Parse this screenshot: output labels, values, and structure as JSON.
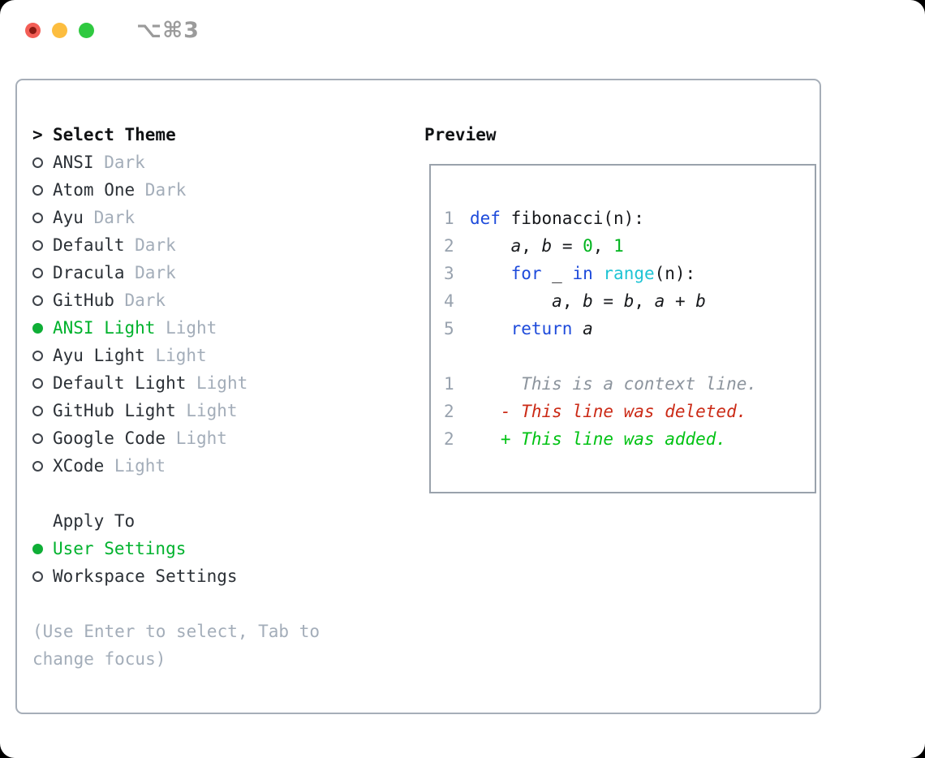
{
  "window": {
    "title": "⌥⌘3"
  },
  "theme_section": {
    "header_prefix": ">",
    "header": "Select Theme",
    "items": [
      {
        "name": "ANSI",
        "variant": "Dark",
        "selected": false
      },
      {
        "name": "Atom One",
        "variant": "Dark",
        "selected": false
      },
      {
        "name": "Ayu",
        "variant": "Dark",
        "selected": false
      },
      {
        "name": "Default",
        "variant": "Dark",
        "selected": false
      },
      {
        "name": "Dracula",
        "variant": "Dark",
        "selected": false
      },
      {
        "name": "GitHub",
        "variant": "Dark",
        "selected": false
      },
      {
        "name": "ANSI Light",
        "variant": "Light",
        "selected": true
      },
      {
        "name": "Ayu Light",
        "variant": "Light",
        "selected": false
      },
      {
        "name": "Default Light",
        "variant": "Light",
        "selected": false
      },
      {
        "name": "GitHub Light",
        "variant": "Light",
        "selected": false
      },
      {
        "name": "Google Code",
        "variant": "Light",
        "selected": false
      },
      {
        "name": "XCode",
        "variant": "Light",
        "selected": false
      }
    ]
  },
  "apply_section": {
    "header": "Apply To",
    "items": [
      {
        "label": "User Settings",
        "selected": true
      },
      {
        "label": "Workspace Settings",
        "selected": false
      }
    ]
  },
  "hint": "(Use Enter to select, Tab to change focus)",
  "preview": {
    "title": "Preview",
    "code_lines": [
      {
        "num": "1",
        "tokens": [
          {
            "t": "def",
            "c": "kw"
          },
          {
            "t": " fibonacci(n):",
            "c": "plain"
          }
        ]
      },
      {
        "num": "2",
        "tokens": [
          {
            "t": "    ",
            "c": "plain"
          },
          {
            "t": "a",
            "c": "plain",
            "i": true
          },
          {
            "t": ", ",
            "c": "plain"
          },
          {
            "t": "b",
            "c": "plain",
            "i": true
          },
          {
            "t": " = ",
            "c": "plain"
          },
          {
            "t": "0",
            "c": "lit"
          },
          {
            "t": ", ",
            "c": "plain"
          },
          {
            "t": "1",
            "c": "lit"
          }
        ]
      },
      {
        "num": "3",
        "tokens": [
          {
            "t": "    ",
            "c": "plain"
          },
          {
            "t": "for",
            "c": "kw"
          },
          {
            "t": " _ ",
            "c": "plain"
          },
          {
            "t": "in",
            "c": "kw"
          },
          {
            "t": " ",
            "c": "plain"
          },
          {
            "t": "range",
            "c": "fn"
          },
          {
            "t": "(n):",
            "c": "plain"
          }
        ]
      },
      {
        "num": "4",
        "tokens": [
          {
            "t": "        ",
            "c": "plain"
          },
          {
            "t": "a",
            "c": "plain",
            "i": true
          },
          {
            "t": ", ",
            "c": "plain"
          },
          {
            "t": "b",
            "c": "plain",
            "i": true
          },
          {
            "t": " = ",
            "c": "plain"
          },
          {
            "t": "b",
            "c": "plain",
            "i": true
          },
          {
            "t": ", ",
            "c": "plain"
          },
          {
            "t": "a",
            "c": "plain",
            "i": true
          },
          {
            "t": " + ",
            "c": "plain"
          },
          {
            "t": "b",
            "c": "plain",
            "i": true
          }
        ]
      },
      {
        "num": "5",
        "tokens": [
          {
            "t": "    ",
            "c": "plain"
          },
          {
            "t": "return",
            "c": "kw"
          },
          {
            "t": " ",
            "c": "plain"
          },
          {
            "t": "a",
            "c": "plain",
            "i": true
          }
        ]
      }
    ],
    "diff_lines": [
      {
        "num": "1",
        "tokens": [
          {
            "t": "     This is a context line.",
            "c": "ctx",
            "i": true
          }
        ]
      },
      {
        "num": "2",
        "tokens": [
          {
            "t": "   - This line was deleted.",
            "c": "del",
            "i": true
          }
        ]
      },
      {
        "num": "2",
        "tokens": [
          {
            "t": "   + This line was added.",
            "c": "add",
            "i": true
          }
        ]
      }
    ]
  },
  "colors": {
    "selection_green": "#00b22d",
    "added_green": "#00c213",
    "deleted_red": "#cb2a16",
    "keyword_blue": "#1e4bdb",
    "builtin_cyan": "#1ec4d4",
    "literal_green": "#00b41e",
    "muted_gray": "#a3adb9",
    "line_number_gray": "#98a2ae",
    "panel_border_gray": "#a6aeb8",
    "traffic_red": "#f35e56",
    "traffic_yellow": "#fcbd3f",
    "traffic_green": "#2fc940"
  }
}
